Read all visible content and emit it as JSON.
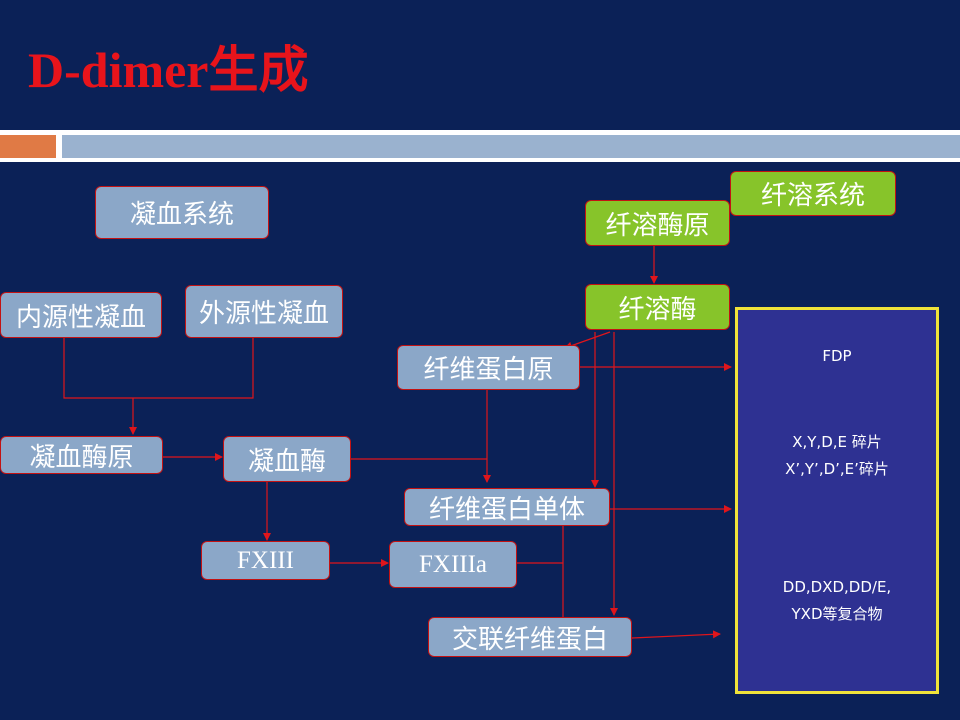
{
  "title": "D-dimer生成",
  "nodes": {
    "coag_system": "凝血系统",
    "intrinsic": "内源性凝血",
    "extrinsic": "外源性凝血",
    "prothrombin": "凝血酶原",
    "thrombin": "凝血酶",
    "fxiii": "FXIII",
    "fxiiia": "FXIIIa",
    "fib_system": "纤溶系统",
    "plasminogen": "纤溶酶原",
    "plasmin": "纤溶酶",
    "fibrinogen": "纤维蛋白原",
    "fibrin_monomer": "纤维蛋白单体",
    "crosslinked_fibrin": "交联纤维蛋白"
  },
  "products": {
    "fdp": "FDP",
    "fragments_line1": "X,Y,D,E 碎片",
    "fragments_line2": "X’,Y’,D’,E’碎片",
    "complex_line1": "DD,DXD,DD/E,",
    "complex_line2": "YXD等复合物"
  },
  "colors": {
    "background": "#0b2157",
    "title": "#e8141b",
    "node_blue": "#8ba7c8",
    "node_green": "#87c42a",
    "arrow": "#e0151b",
    "result_box": "#2e3192",
    "result_border": "#f0e33a"
  }
}
